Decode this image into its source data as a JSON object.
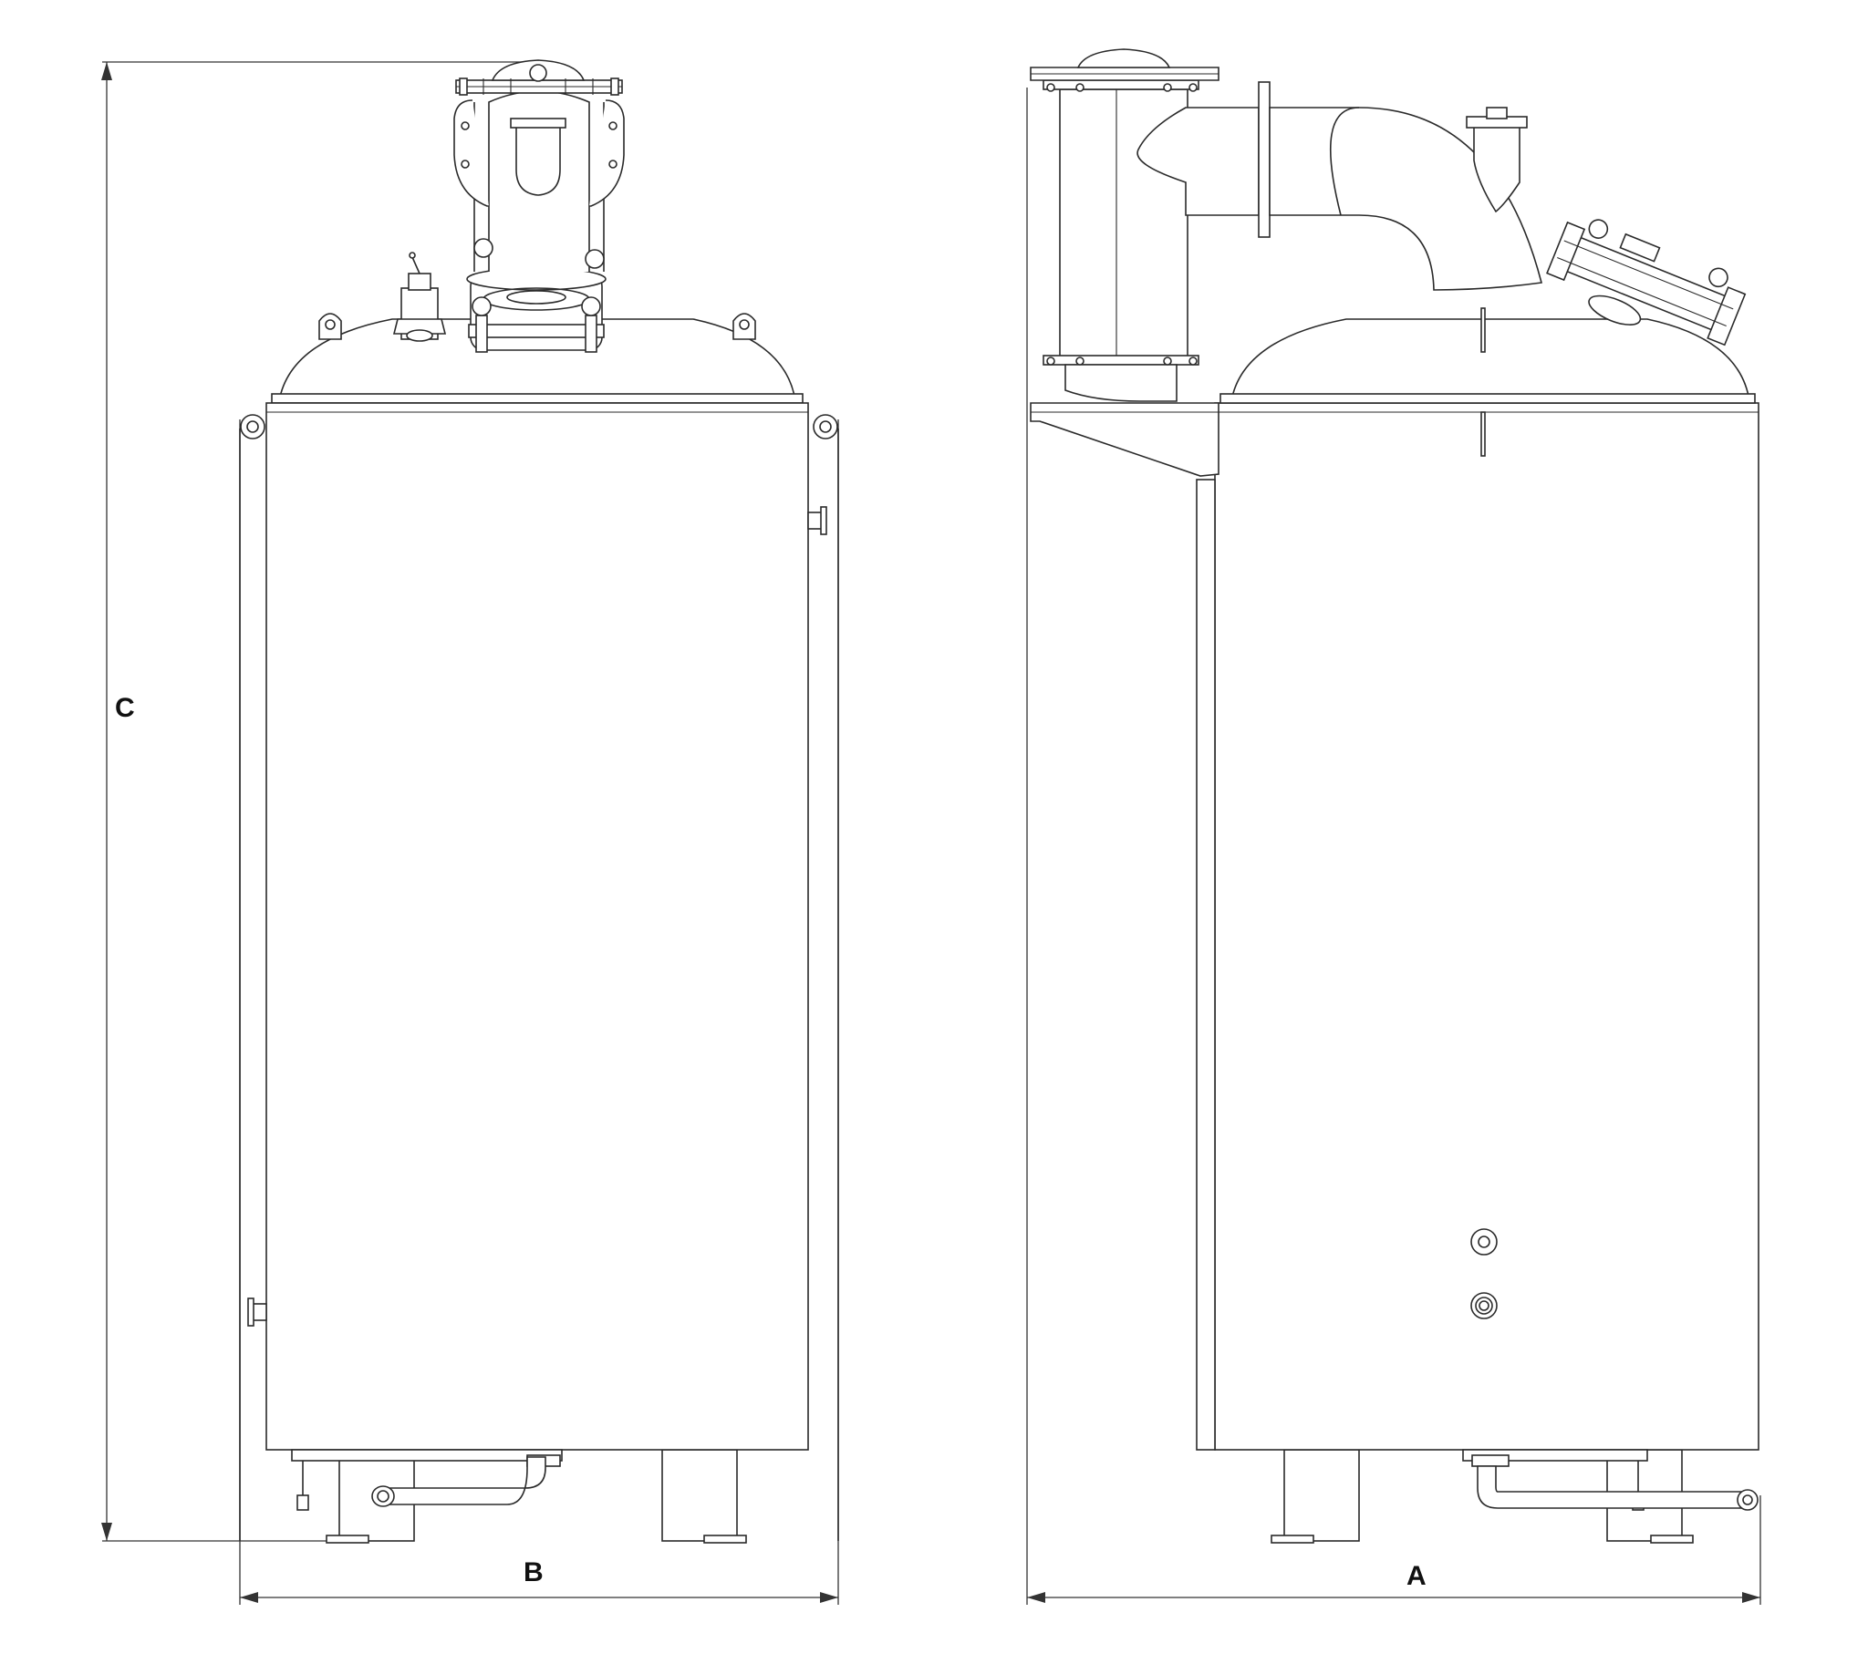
{
  "dimensions": {
    "height_label": "C",
    "width_front_label": "B",
    "width_side_label": "A"
  },
  "colors": {
    "line": "#2a2a2a",
    "background": "#ffffff"
  }
}
